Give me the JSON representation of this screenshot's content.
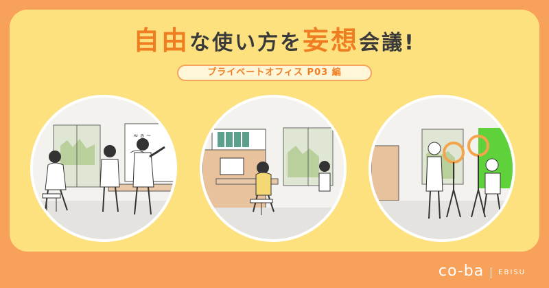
{
  "title": {
    "part1": "自由",
    "part2": "な使い方を",
    "part3": "妄想",
    "part4": "会議!"
  },
  "subtitle": "プライベートオフィス P03 編",
  "logo": {
    "brand": "co-ba",
    "location": "EBISU"
  },
  "colors": {
    "background": "#f7a15a",
    "card": "#fde17f",
    "accent": "#ef7d22",
    "text": "#3a3a3a"
  },
  "scenes": [
    {
      "name": "meeting-whiteboard-illustration"
    },
    {
      "name": "desk-work-illustration"
    },
    {
      "name": "video-shooting-illustration"
    }
  ]
}
